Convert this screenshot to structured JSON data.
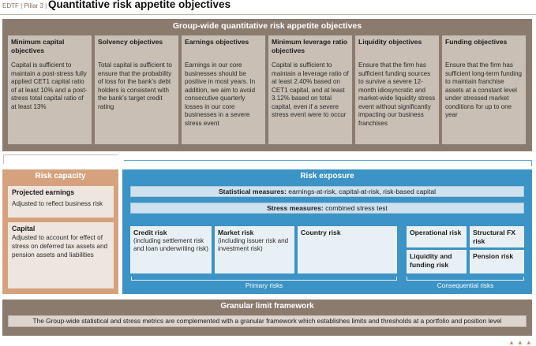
{
  "header": {
    "tag": "EDTF | Pillar 3 |",
    "title": "Quantitative risk appetite objectives"
  },
  "objectives": {
    "heading": "Group-wide quantitative risk appetite objectives",
    "cards": [
      {
        "title": "Minimum capital objectives",
        "body": "Capital is sufficient to maintain a post-stress fully applied CET1 capital ratio of at least 10% and a post-stress total capital ratio of at least 13%"
      },
      {
        "title": "Solvency objectives",
        "body": "Total capital is sufficient to ensure that the probability of loss for the bank’s debt holders is consistent with the bank’s target credit rating"
      },
      {
        "title": "Earnings objectives",
        "body": "Earnings in our core businesses should be positive in most years. In addition, we aim to avoid consecutive quarterly losses in our core businesses in a severe stress event"
      },
      {
        "title": "Minimum leverage ratio objectives",
        "body": "Capital is sufficient to maintain a leverage ratio of at least 2.40% based on CET1 capital, and at least 3.12% based on total capital, even if a severe stress event were to occur"
      },
      {
        "title": "Liquidity objectives",
        "body": "Ensure that the firm has sufficient funding sources to survive a severe 12-month idiosyncratic and market-wide liquidity stress event without significantly impacting our business franchises"
      },
      {
        "title": "Funding objectives",
        "body": "Ensure that the firm has sufficient long-term funding to maintain franchise assets at a constant level under stressed market conditions for up to one year"
      }
    ]
  },
  "capacity": {
    "heading": "Risk capacity",
    "projected": {
      "title": "Projected earnings",
      "body": "Adjusted to reflect business risk"
    },
    "capital": {
      "title": "Capital",
      "body": "Adjusted to account for effect of stress on deferred tax assets and pension assets and liabilities"
    }
  },
  "exposure": {
    "heading": "Risk exposure",
    "statistical": {
      "label": "Statistical measures:",
      "text": " earnings-at-risk, capital-at-risk, risk-based capital"
    },
    "stress": {
      "label": "Stress measures:",
      "text": " combined stress test"
    },
    "primary": {
      "label": "Primary risks",
      "credit": {
        "title": "Credit risk",
        "body": "(including settlement risk and loan underwriting risk)"
      },
      "market": {
        "title": "Market risk",
        "body": "(including issuer risk and investment risk)"
      },
      "country": {
        "title": "Country risk"
      }
    },
    "consequential": {
      "label": "Consequential risks",
      "operational": {
        "title": "Operational risk"
      },
      "fx": {
        "title": "Structural FX risk"
      },
      "liquidity": {
        "title": "Liquidity and funding risk"
      },
      "pension": {
        "title": "Pension risk"
      }
    }
  },
  "granular": {
    "heading": "Granular limit framework",
    "text": "The Group-wide statistical and stress metrics are complemented with a granular framework which establishes limits and thresholds at a portfolio and position level"
  },
  "nav": {
    "icons": "▲▲▲"
  }
}
